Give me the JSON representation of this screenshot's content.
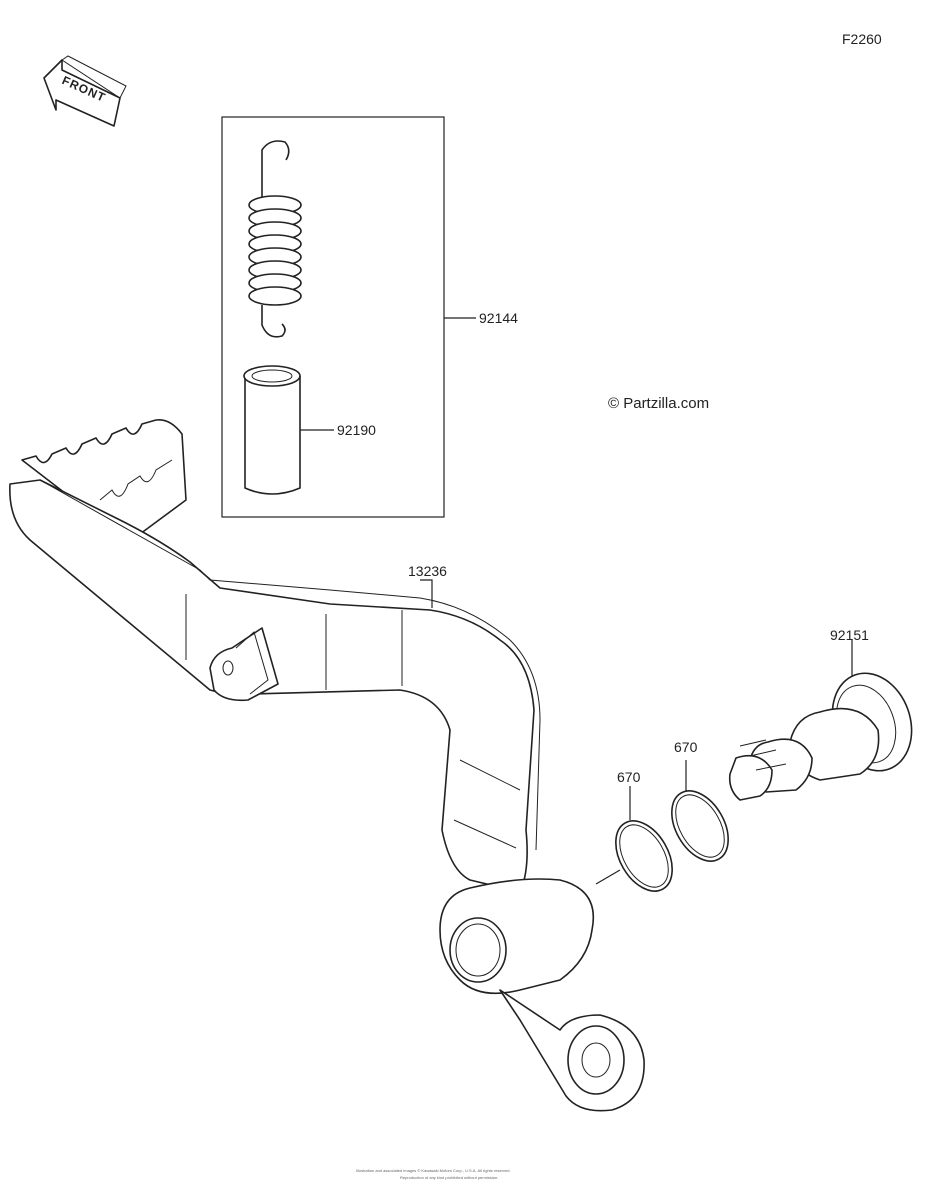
{
  "diagram": {
    "code": "F2260",
    "watermark": "© Partzilla.com",
    "front_label": "FRONT",
    "copyright_line1": "Illustration and associated images © Kawasaki Motors Corp., U.S.A. All rights reserved.",
    "copyright_line2": "Reproduction of any kind prohibited without permission.",
    "part_labels": {
      "spring": "92144",
      "collar": "92190",
      "pedal": "13236",
      "pivot_bolt": "92151",
      "oring_left": "670",
      "oring_right": "670"
    }
  }
}
